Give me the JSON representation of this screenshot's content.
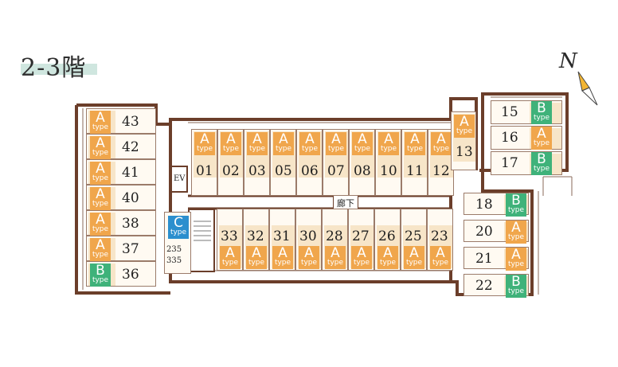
{
  "floor_label": "2-3階",
  "compass_label": "N",
  "ev_label": "EV",
  "corridor_label": "廊下",
  "stair_numbers": [
    "235",
    "335"
  ],
  "rooms": [
    {
      "n": "43",
      "type": "A"
    },
    {
      "n": "42",
      "type": "A"
    },
    {
      "n": "41",
      "type": "A"
    },
    {
      "n": "40",
      "type": "A"
    },
    {
      "n": "38",
      "type": "A"
    },
    {
      "n": "37",
      "type": "A"
    },
    {
      "n": "36",
      "type": "B"
    },
    {
      "n": "01",
      "type": "A"
    },
    {
      "n": "02",
      "type": "A"
    },
    {
      "n": "03",
      "type": "A"
    },
    {
      "n": "05",
      "type": "A"
    },
    {
      "n": "06",
      "type": "A"
    },
    {
      "n": "07",
      "type": "A"
    },
    {
      "n": "08",
      "type": "A"
    },
    {
      "n": "10",
      "type": "A"
    },
    {
      "n": "11",
      "type": "A"
    },
    {
      "n": "12",
      "type": "A"
    },
    {
      "n": "13",
      "type": "A"
    },
    {
      "n": "33",
      "type": "A"
    },
    {
      "n": "32",
      "type": "A"
    },
    {
      "n": "31",
      "type": "A"
    },
    {
      "n": "30",
      "type": "A"
    },
    {
      "n": "28",
      "type": "A"
    },
    {
      "n": "27",
      "type": "A"
    },
    {
      "n": "26",
      "type": "A"
    },
    {
      "n": "25",
      "type": "A"
    },
    {
      "n": "23",
      "type": "A"
    },
    {
      "n": "15",
      "type": "B"
    },
    {
      "n": "16",
      "type": "A"
    },
    {
      "n": "17",
      "type": "B"
    },
    {
      "n": "18",
      "type": "B"
    },
    {
      "n": "20",
      "type": "A"
    },
    {
      "n": "21",
      "type": "A"
    },
    {
      "n": "22",
      "type": "B"
    },
    {
      "n": "",
      "type": "C"
    }
  ],
  "type_word": "type",
  "colors": {
    "A": "#f0a64c",
    "B": "#3fb27a",
    "C": "#2b8fce",
    "wall": "#6b3e2a",
    "floor": "#f7e5c8"
  }
}
